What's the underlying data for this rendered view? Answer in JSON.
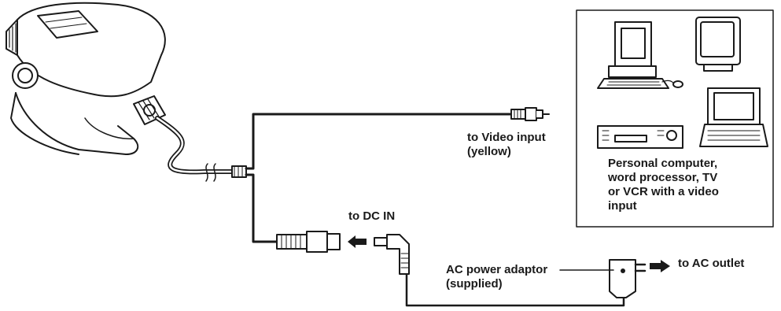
{
  "labels": {
    "video_input": [
      "to Video input",
      "(yellow)"
    ],
    "dc_in": "to DC IN",
    "ac_adaptor": [
      "AC power adaptor",
      "(supplied)"
    ],
    "ac_outlet": "to AC outlet",
    "devices": [
      "Personal computer,",
      "word processor, TV",
      "or VCR with a video",
      "input"
    ]
  },
  "icons": [
    "camera-icon",
    "video-plug-icon",
    "dc-plug-icon",
    "dc-socket-icon",
    "ac-adaptor-icon",
    "desktop-computer-icon",
    "tv-monitor-icon",
    "vcr-icon",
    "laptop-computer-icon",
    "arrow-left-icon",
    "arrow-right-icon"
  ],
  "colors": {
    "line": "#1a1a1a",
    "background": "#ffffff"
  }
}
